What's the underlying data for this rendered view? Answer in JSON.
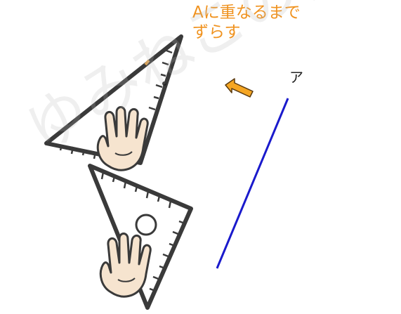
{
  "instruction": {
    "line1": "Aに重なるまで",
    "line2": "ずらす"
  },
  "line_label": "ア",
  "watermark": "ゆみねこの教科書",
  "colors": {
    "instruction_text": "#f0921e",
    "arrow": "#f5a623",
    "line": "#1a1acc",
    "triangle_stroke": "#333333",
    "hand_fill": "#f6e4cf"
  },
  "icons": [
    "hand-icon",
    "arrow-icon"
  ]
}
